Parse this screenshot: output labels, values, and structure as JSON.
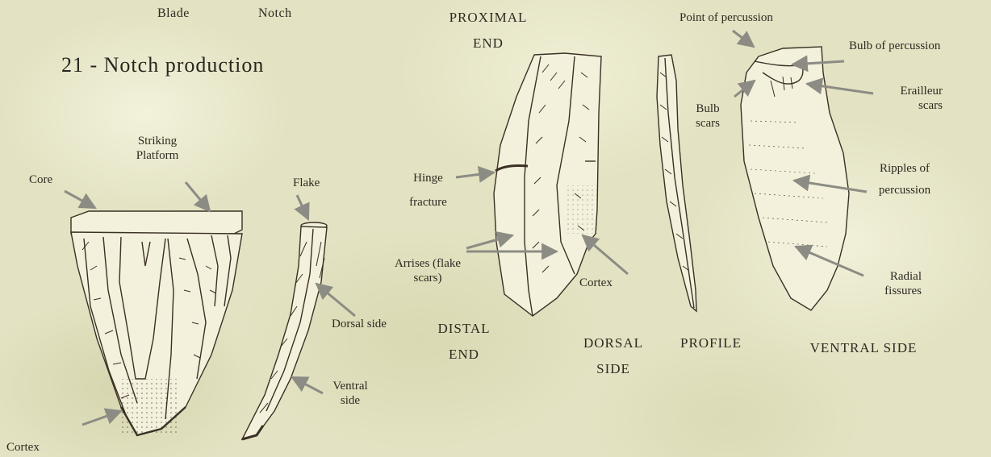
{
  "header": {
    "blade": "Blade",
    "notch": "Notch"
  },
  "title": "21 - Notch production",
  "core_diagram": {
    "core": "Core",
    "striking_platform": "Striking Platform",
    "flake": "Flake",
    "dorsal_side": "Dorsal side",
    "ventral_side": "Ventral side",
    "cortex": "Cortex"
  },
  "dorsal_view": {
    "proximal_end": "PROXIMAL END",
    "hinge_fracture": "Hinge fracture",
    "arrises": "Arrises (flake scars)",
    "cortex": "Cortex",
    "distal_end": "DISTAL END",
    "caption": "DORSAL SIDE"
  },
  "profile_view": {
    "caption": "PROFILE"
  },
  "ventral_view": {
    "point_of_percussion": "Point of percussion",
    "bulb_of_percussion": "Bulb of percussion",
    "bulb_scars": "Bulb scars",
    "erailleur_scars": "Erailleur scars",
    "ripples_of_percussion": "Ripples of percussion",
    "radial_fissures": "Radial fissures",
    "caption": "VENTRAL SIDE"
  },
  "colors": {
    "background": "#e3e2c2",
    "stone": "#f3f0dc",
    "ink": "#3a3024",
    "arrow": "#8c8c84"
  }
}
